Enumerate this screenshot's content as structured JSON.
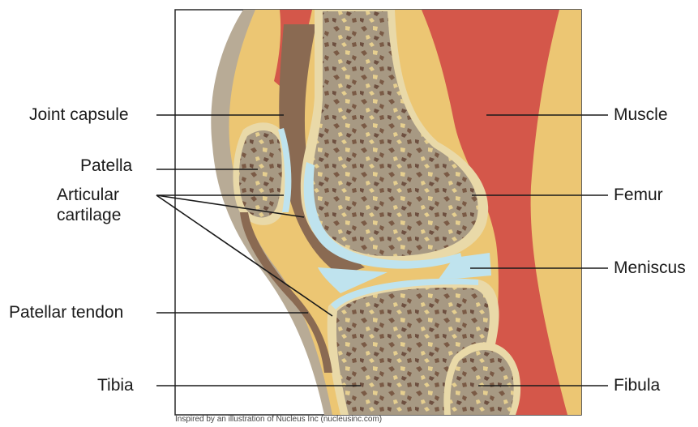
{
  "labels": {
    "joint_capsule": "Joint capsule",
    "patella": "Patella",
    "articular_cartilage_line1": "Articular",
    "articular_cartilage_line2": "cartilage",
    "patellar_tendon": "Patellar tendon",
    "tibia": "Tibia",
    "muscle": "Muscle",
    "femur": "Femur",
    "meniscus": "Meniscus",
    "fibula": "Fibula"
  },
  "credit": "Inspired by an illustration of Nucleus Inc (nucleusinc.com)",
  "colors": {
    "muscle": "#d4574a",
    "fat": "#ecc673",
    "bone_outer": "#e9d9a8",
    "bone_inner": "#a79983",
    "bone_speck": "#7a5a45",
    "cartilage": "#bfe3ee",
    "capsule_dark": "#8a6a52",
    "skin_gray": "#b8ab96",
    "line": "#1a1a1a"
  }
}
